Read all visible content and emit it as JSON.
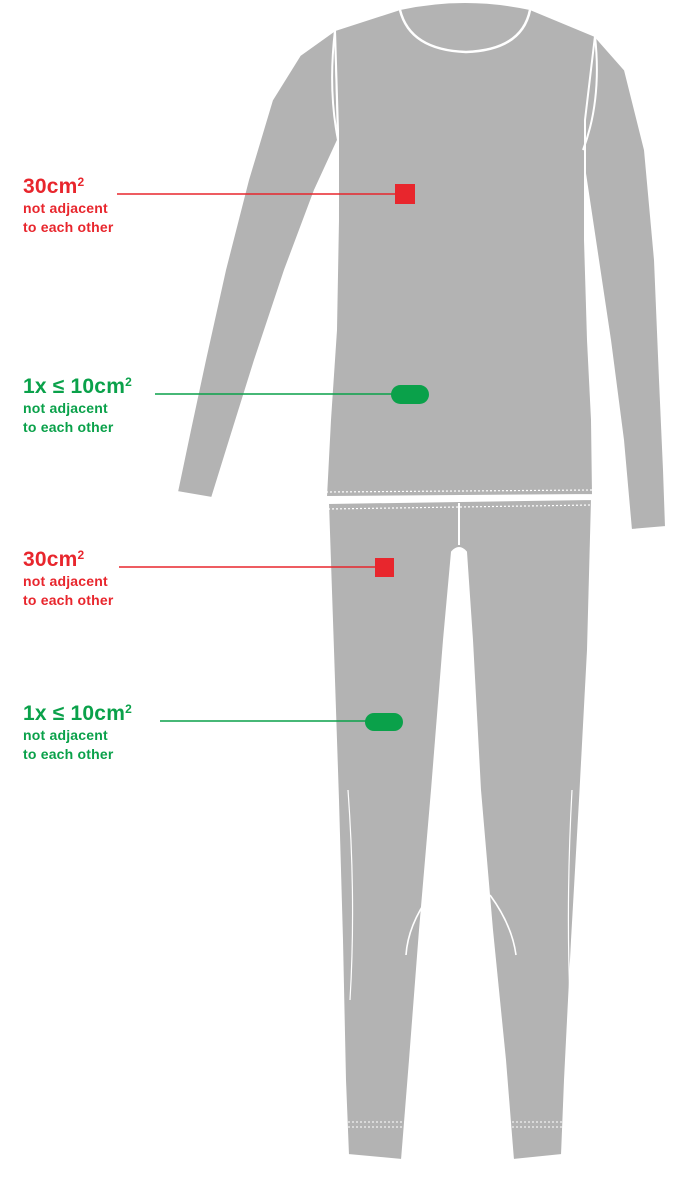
{
  "colors": {
    "garment": "#b3b3b3",
    "seam": "#ffffff",
    "red": "#e8262d",
    "green": "#0aa14a"
  },
  "annotations": [
    {
      "id": "shirt-red",
      "main": "30cm",
      "sup": "2",
      "line1": "not adjacent",
      "line2": "to each other",
      "color": "red",
      "marker": "square"
    },
    {
      "id": "shirt-green",
      "main": "1x ≤ 10cm",
      "sup": "2",
      "line1": "not adjacent",
      "line2": "to each other",
      "color": "green",
      "marker": "pill"
    },
    {
      "id": "pants-red",
      "main": "30cm",
      "sup": "2",
      "line1": "not adjacent",
      "line2": "to each other",
      "color": "red",
      "marker": "square"
    },
    {
      "id": "pants-green",
      "main": "1x ≤ 10cm",
      "sup": "2",
      "line1": "not adjacent",
      "line2": "to each other",
      "color": "green",
      "marker": "pill"
    }
  ]
}
